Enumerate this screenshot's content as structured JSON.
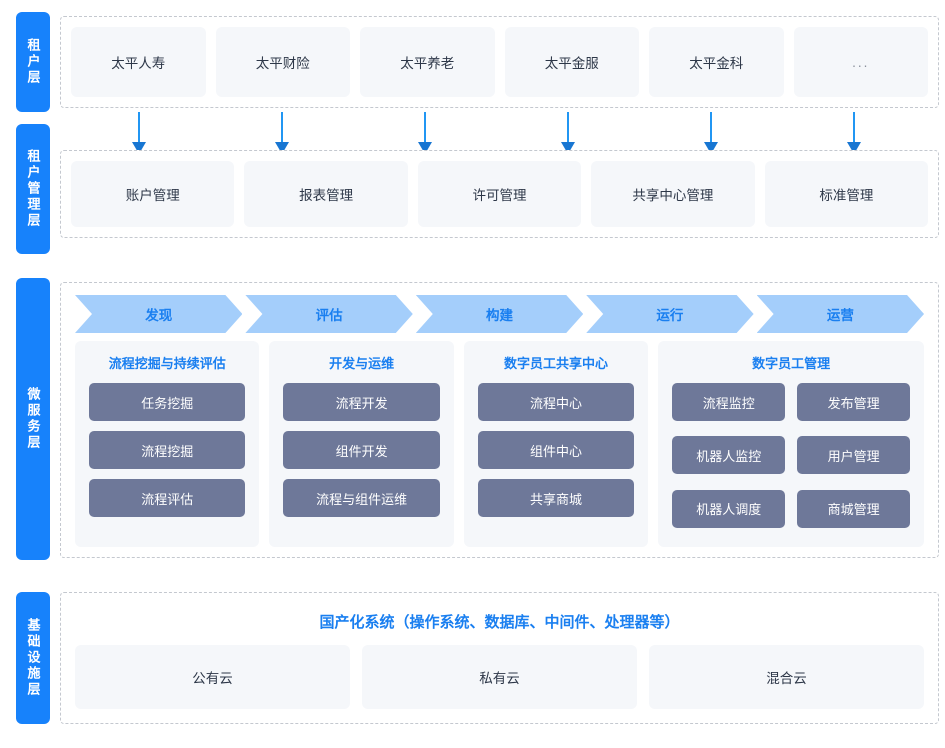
{
  "layers": {
    "tenant": {
      "tab_label": "租户层",
      "cards": [
        {
          "label": "太平人寿"
        },
        {
          "label": "太平财险"
        },
        {
          "label": "太平养老"
        },
        {
          "label": "太平金服"
        },
        {
          "label": "太平金科"
        },
        {
          "label": "..."
        }
      ]
    },
    "tenant_management": {
      "tab_label": "租户管理层",
      "cards": [
        {
          "label": "账户管理"
        },
        {
          "label": "报表管理"
        },
        {
          "label": "许可管理"
        },
        {
          "label": "共享中心管理"
        },
        {
          "label": "标准管理"
        }
      ]
    },
    "microservice": {
      "tab_label": "微服务层",
      "process_steps": [
        {
          "label": "发现"
        },
        {
          "label": "评估"
        },
        {
          "label": "构建"
        },
        {
          "label": "运行"
        },
        {
          "label": "运营"
        }
      ],
      "groups": [
        {
          "title": "流程挖掘与持续评估",
          "columns": 1,
          "items": [
            {
              "label": "任务挖掘"
            },
            {
              "label": "流程挖掘"
            },
            {
              "label": "流程评估"
            }
          ]
        },
        {
          "title": "开发与运维",
          "columns": 1,
          "items": [
            {
              "label": "流程开发"
            },
            {
              "label": "组件开发"
            },
            {
              "label": "流程与组件运维"
            }
          ]
        },
        {
          "title": "数字员工共享中心",
          "columns": 1,
          "items": [
            {
              "label": "流程中心"
            },
            {
              "label": "组件中心"
            },
            {
              "label": "共享商城"
            }
          ]
        },
        {
          "title": "数字员工管理",
          "columns": 2,
          "items": [
            {
              "label": "流程监控"
            },
            {
              "label": "发布管理"
            },
            {
              "label": "机器人监控"
            },
            {
              "label": "用户管理"
            },
            {
              "label": "机器人调度"
            },
            {
              "label": "商城管理"
            }
          ]
        }
      ]
    },
    "infrastructure": {
      "tab_label": "基础设施层",
      "title": "国产化系统（操作系统、数据库、中间件、处理器等）",
      "cards": [
        {
          "label": "公有云"
        },
        {
          "label": "私有云"
        },
        {
          "label": "混合云"
        }
      ]
    }
  },
  "colors": {
    "tab_blue": "#1782fb",
    "chevron_fill": "#a4cefb",
    "chevron_text": "#1a7ff0",
    "button_slate": "#6e7899",
    "card_bg": "#f5f7fa",
    "arrow_blue": "#2196f3",
    "panel_border": "#c4c8cf"
  }
}
